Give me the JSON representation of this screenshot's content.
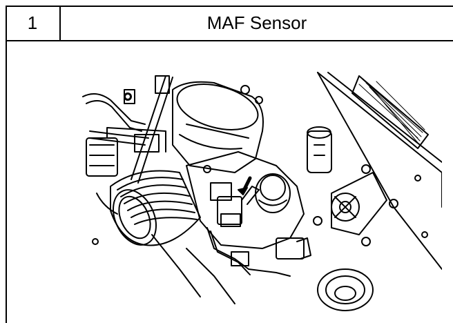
{
  "header": {
    "step_number": "1",
    "title": "MAF Sensor"
  },
  "illustration": {
    "icon": "engine-bay-line-drawing"
  }
}
